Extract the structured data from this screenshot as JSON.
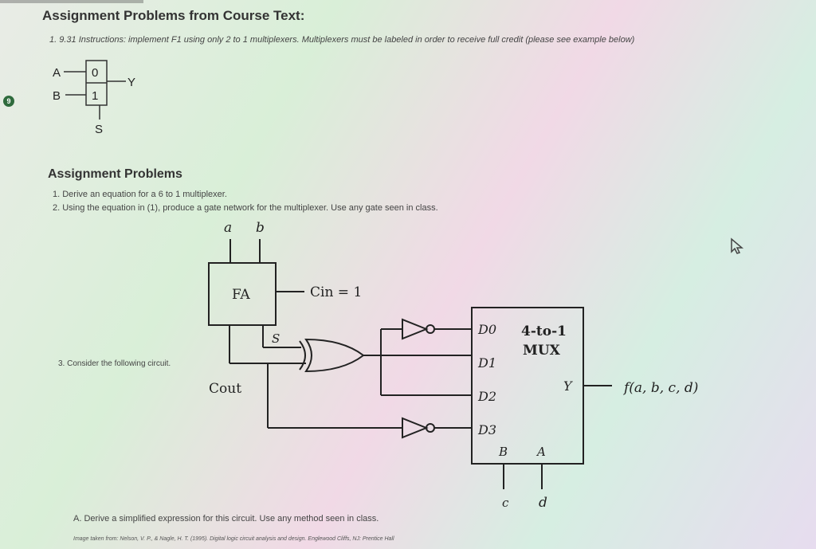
{
  "header": {
    "title": "Assignment Problems from Course Text:",
    "instruction": "1. 9.31 Instructions: implement F1 using only 2 to 1 multiplexers. Multiplexers must be labeled in order to receive full credit (please see example below)"
  },
  "example_mux": {
    "input_a": "A",
    "input_b": "B",
    "slot0": "0",
    "slot1": "1",
    "output": "Y",
    "select": "S"
  },
  "badge": "9",
  "assignment": {
    "title": "Assignment Problems",
    "item1": "1. Derive an equation for a 6 to 1 multiplexer.",
    "item2": "2. Using the equation in (1), produce a gate network for the multiplexer. Use any gate seen in class.",
    "item3": "3. Consider the following circuit.",
    "itemA": "A. Derive a simplified expression for this circuit. Use any method seen in class."
  },
  "circuit": {
    "in_a": "a",
    "in_b": "b",
    "fa": "FA",
    "cin": "Cin = 1",
    "s": "S",
    "cout": "Cout",
    "d0": "D0",
    "d1": "D1",
    "d2": "D2",
    "d3": "D3",
    "mux1": "4-to-1",
    "mux2": "MUX",
    "y": "Y",
    "sel_b": "B",
    "sel_a": "A",
    "in_c": "c",
    "in_d": "d",
    "output": "f(a, b, c, d)"
  },
  "footer": "Image taken from: Nelson, V. P., & Nagle, H. T. (1995). Digital logic circuit analysis and design. Englewood Cliffs, NJ: Prentice Hall",
  "cursor_icon": "pointer-cursor-icon"
}
